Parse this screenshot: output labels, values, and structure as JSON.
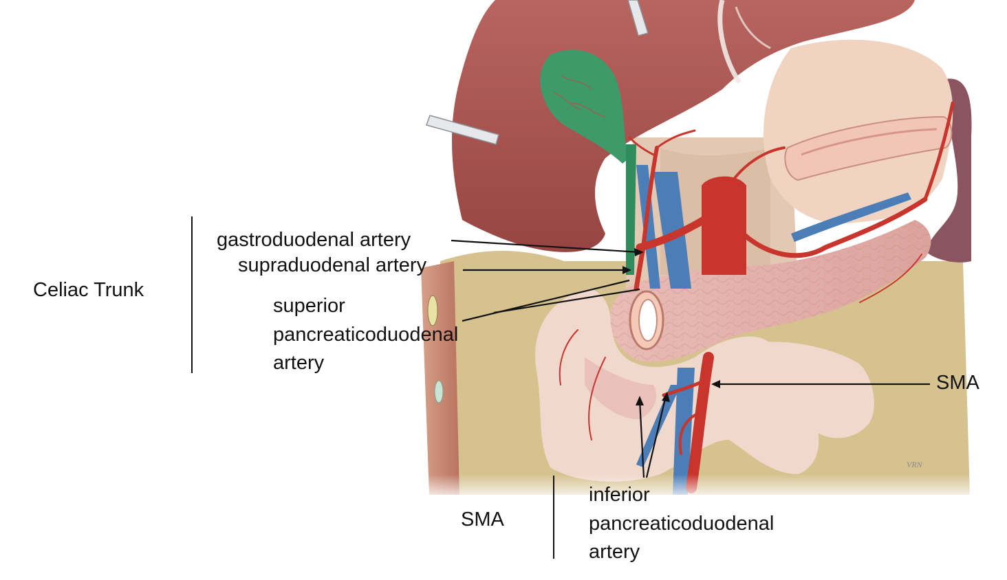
{
  "group_labels": {
    "celiac": "Celiac Trunk",
    "sma": "SMA"
  },
  "callouts": {
    "gastroduodenal": "gastroduodenal artery",
    "supraduodenal": "supraduodenal artery",
    "superior_pd": [
      "superior",
      "pancreaticoduodenal",
      "artery"
    ],
    "sma": "SMA",
    "inferior_pd": [
      "inferior",
      "pancreaticoduodenal",
      "artery"
    ]
  },
  "illustration": {
    "signature": "VRN",
    "colors": {
      "liver": "#a8524d",
      "gallbladder": "#3f9a6a",
      "stomach": "#f1d3c2",
      "pancreas": "#e7b3ad",
      "duodenum": "#f1d8cc",
      "artery": "#c8352c",
      "vein": "#4b7db7",
      "bile_duct": "#2f8c5d",
      "spleen": "#8a5461",
      "retroperitoneum": "#d6c28f",
      "body_wall": "#c98b72"
    }
  }
}
